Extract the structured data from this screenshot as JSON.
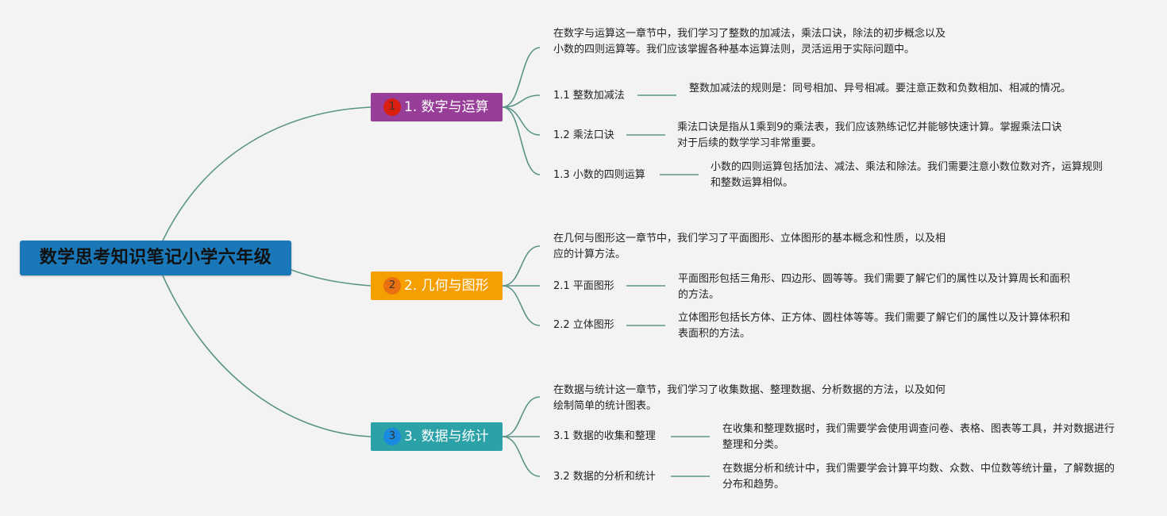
{
  "root": {
    "title": "数学思考知识笔记小学六年级"
  },
  "branches": [
    {
      "num": "1",
      "label": "1. 数字与运算",
      "color": "#983e98",
      "badge_color": "#d92010",
      "summary": "在数字与运算这一章节中，我们学习了整数的加减法，乘法口诀，除法的初步概念以及小数的四则运算等。我们应该掌握各种基本运算法则，灵活运用于实际问题中。",
      "items": [
        {
          "label": "1.1 整数加减法",
          "desc": "整数加减法的规则是：同号相加、异号相减。要注意正数和负数相加、相减的情况。"
        },
        {
          "label": "1.2 乘法口诀",
          "desc": "乘法口诀是指从1乘到9的乘法表，我们应该熟练记忆并能够快速计算。掌握乘法口诀对于后续的数学学习非常重要。"
        },
        {
          "label": "1.3 小数的四则运算",
          "desc": "小数的四则运算包括加法、减法、乘法和除法。我们需要注意小数位数对齐，运算规则和整数运算相似。"
        }
      ]
    },
    {
      "num": "2",
      "label": "2. 几何与图形",
      "color": "#f5a000",
      "badge_color": "#e87010",
      "summary": "在几何与图形这一章节中，我们学习了平面图形、立体图形的基本概念和性质，以及相应的计算方法。",
      "items": [
        {
          "label": "2.1 平面图形",
          "desc": "平面图形包括三角形、四边形、圆等等。我们需要了解它们的属性以及计算周长和面积的方法。"
        },
        {
          "label": "2.2 立体图形",
          "desc": "立体图形包括长方体、正方体、圆柱体等等。我们需要了解它们的属性以及计算体积和表面积的方法。"
        }
      ]
    },
    {
      "num": "3",
      "label": "3. 数据与统计",
      "color": "#2aa2a8",
      "badge_color": "#1a8ae0",
      "summary": "在数据与统计这一章节，我们学习了收集数据、整理数据、分析数据的方法，以及如何绘制简单的统计图表。",
      "items": [
        {
          "label": "3.1 数据的收集和整理",
          "desc": "在收集和整理数据时，我们需要学会使用调查问卷、表格、图表等工具，并对数据进行整理和分类。"
        },
        {
          "label": "3.2 数据的分析和统计",
          "desc": "在数据分析和统计中，我们需要学会计算平均数、众数、中位数等统计量，了解数据的分布和趋势。"
        }
      ]
    }
  ],
  "line_color": "#5a9488"
}
